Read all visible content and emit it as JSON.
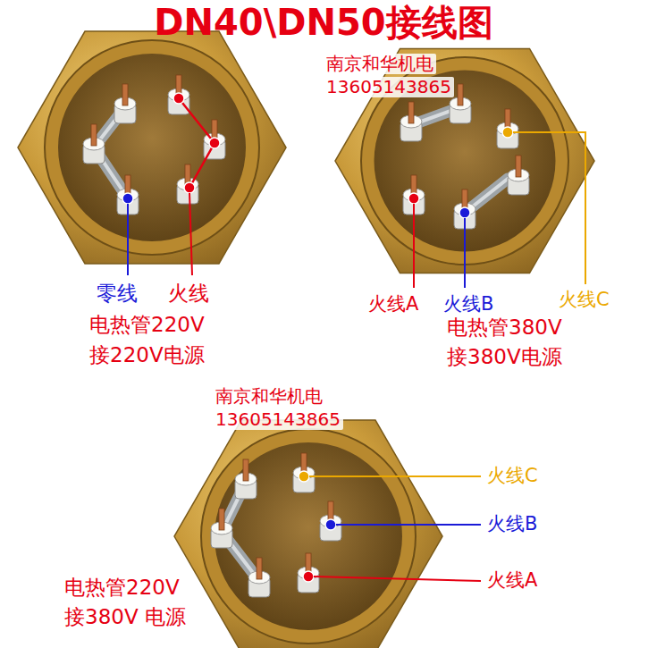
{
  "diagram": {
    "title": "DN40\\DN50接线图",
    "labels": [
      "南京和华机电",
      "13605143865",
      "零线",
      "火线",
      "火线A",
      "火线B",
      "火线C",
      "电热管220V",
      "电热管380V",
      "接220V电源",
      "接380V电源",
      "南京和华机电",
      "13605143865",
      "火线C",
      "火线B",
      "火线A",
      "电热管220V",
      "接380V 电源"
    ]
  }
}
